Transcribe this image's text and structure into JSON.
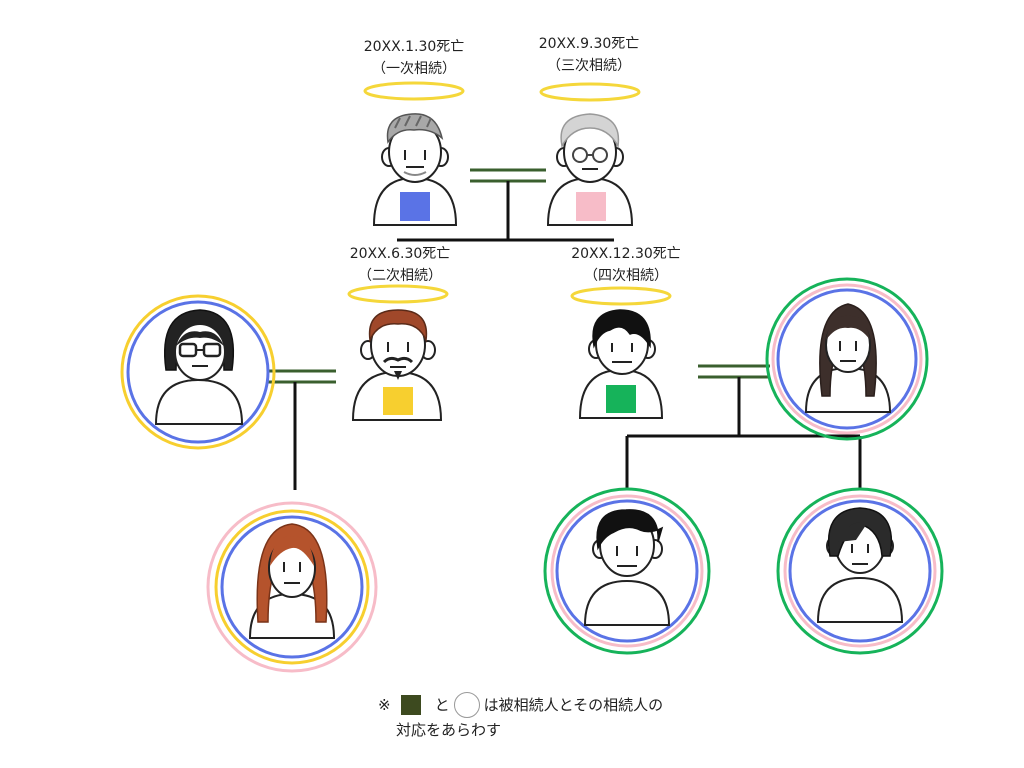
{
  "labels": {
    "grandfather": {
      "date": "20XX.1.30死亡",
      "order": "（一次相続）"
    },
    "grandmother": {
      "date": "20XX.9.30死亡",
      "order": "（三次相続）"
    },
    "father": {
      "date": "20XX.6.30死亡",
      "order": "（二次相続）"
    },
    "uncle": {
      "date": "20XX.12.30死亡",
      "order": "（四次相続）"
    }
  },
  "note": {
    "mark": "※",
    "and": "と",
    "line1_rest": "は被相続人とその相続人の",
    "line2": "対応をあらわす"
  },
  "colors": {
    "blue": "#5a73e6",
    "pink": "#f7bcc8",
    "yellow": "#f7cf2f",
    "green": "#16b35a",
    "line_green": "#3a5f2e",
    "line_black": "#111111",
    "halo": "#f5d73a"
  },
  "icons": {
    "halo": "halo-icon",
    "person": "person-icon"
  }
}
